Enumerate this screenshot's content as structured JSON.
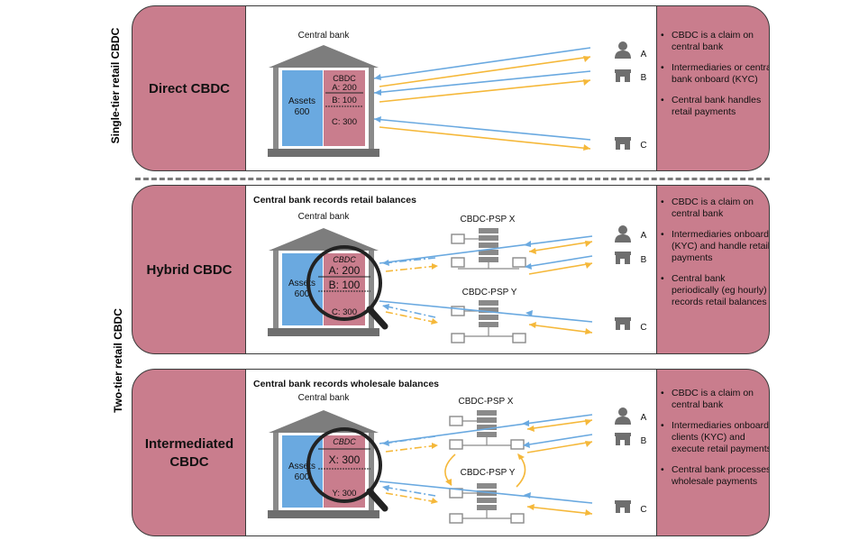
{
  "side_labels": {
    "single_tier": "Single-tier retail CBDC",
    "two_tier": "Two-tier retail CBDC"
  },
  "colors": {
    "panel": "#c97d8d",
    "assets": "#6aa9e0",
    "cbdc_ledger": "#c97d8d",
    "building": "#7d7d7d",
    "arrow_blue": "#6aa9e0",
    "arrow_orange": "#f5b83a"
  },
  "panels": [
    {
      "title": "Direct CBDC",
      "canvas_heading": "",
      "building_label": "Central bank",
      "assets_label": "Assets",
      "assets_value": "600",
      "ledger_header": "CBDC",
      "ledger_rows": [
        "A: 200",
        "B: 100",
        "C: 300"
      ],
      "psp_labels": [],
      "users": [
        "A",
        "B",
        "C"
      ],
      "notes": [
        "CBDC is a claim on central bank",
        "Intermediaries or central bank onboard (KYC)",
        "Central bank handles retail payments"
      ]
    },
    {
      "title": "Hybrid CBDC",
      "canvas_heading": "Central bank records retail balances",
      "building_label": "Central bank",
      "assets_label": "Assets",
      "assets_value": "600",
      "ledger_header": "CBDC",
      "ledger_rows": [
        "A: 200",
        "B: 100",
        "C: 300"
      ],
      "psp_labels": [
        "CBDC-PSP X",
        "CBDC-PSP Y"
      ],
      "users": [
        "A",
        "B",
        "C"
      ],
      "notes": [
        "CBDC is a claim on central bank",
        "Intermediaries onboard (KYC) and handle retail payments",
        "Central bank periodically (eg hourly) records retail balances"
      ]
    },
    {
      "title": "Intermediated\nCBDC",
      "canvas_heading": "Central bank records wholesale balances",
      "building_label": "Central bank",
      "assets_label": "Assets",
      "assets_value": "600",
      "ledger_header": "CBDC",
      "ledger_rows": [
        "X: 300",
        "Y: 300"
      ],
      "psp_labels": [
        "CBDC-PSP X",
        "CBDC-PSP Y"
      ],
      "users": [
        "A",
        "B",
        "C"
      ],
      "notes": [
        "CBDC is a claim on central bank",
        "Intermediaries onboard clients (KYC) and execute retail payments",
        "Central bank processes wholesale payments"
      ]
    }
  ]
}
